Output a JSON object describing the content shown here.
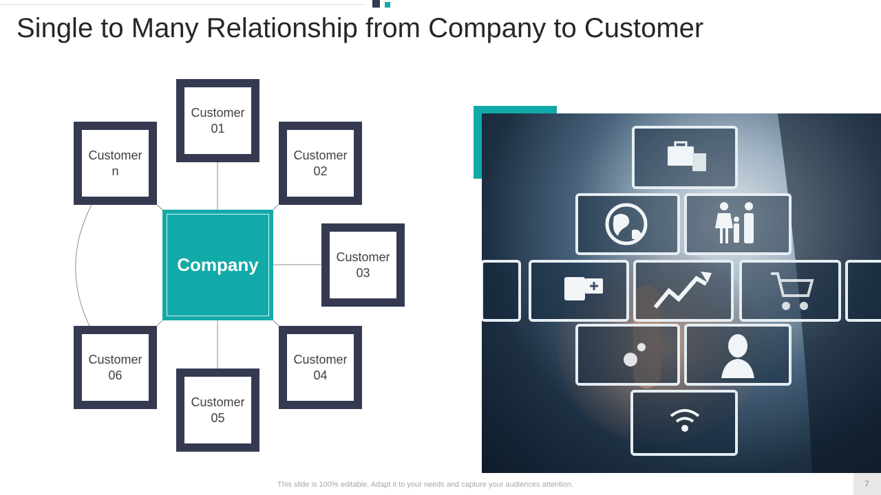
{
  "slide": {
    "title": "Single to Many Relationship from Company to Customer",
    "footer": "This slide is 100% editable. Adapt it to your needs and capture your audiences attention.",
    "page_number": "7"
  },
  "diagram": {
    "center_label": "Company",
    "customers": [
      {
        "line1": "Customer",
        "line2": "01"
      },
      {
        "line1": "Customer",
        "line2": "02"
      },
      {
        "line1": "Customer",
        "line2": "03"
      },
      {
        "line1": "Customer",
        "line2": "04"
      },
      {
        "line1": "Customer",
        "line2": "05"
      },
      {
        "line1": "Customer",
        "line2": "06"
      },
      {
        "line1": "Customer",
        "line2": "n"
      }
    ]
  },
  "photo": {
    "icons": [
      "briefcase-icon",
      "globe-icon",
      "family-icon",
      "google-plus-icon",
      "growth-chart-icon",
      "shopping-cart-icon",
      "idea-head-icon",
      "person-icon",
      "wifi-icon"
    ]
  },
  "colors": {
    "accent": "#12aaa8",
    "box_border": "#353a51",
    "title_text": "#262626",
    "connector": "#8c8c8c"
  }
}
